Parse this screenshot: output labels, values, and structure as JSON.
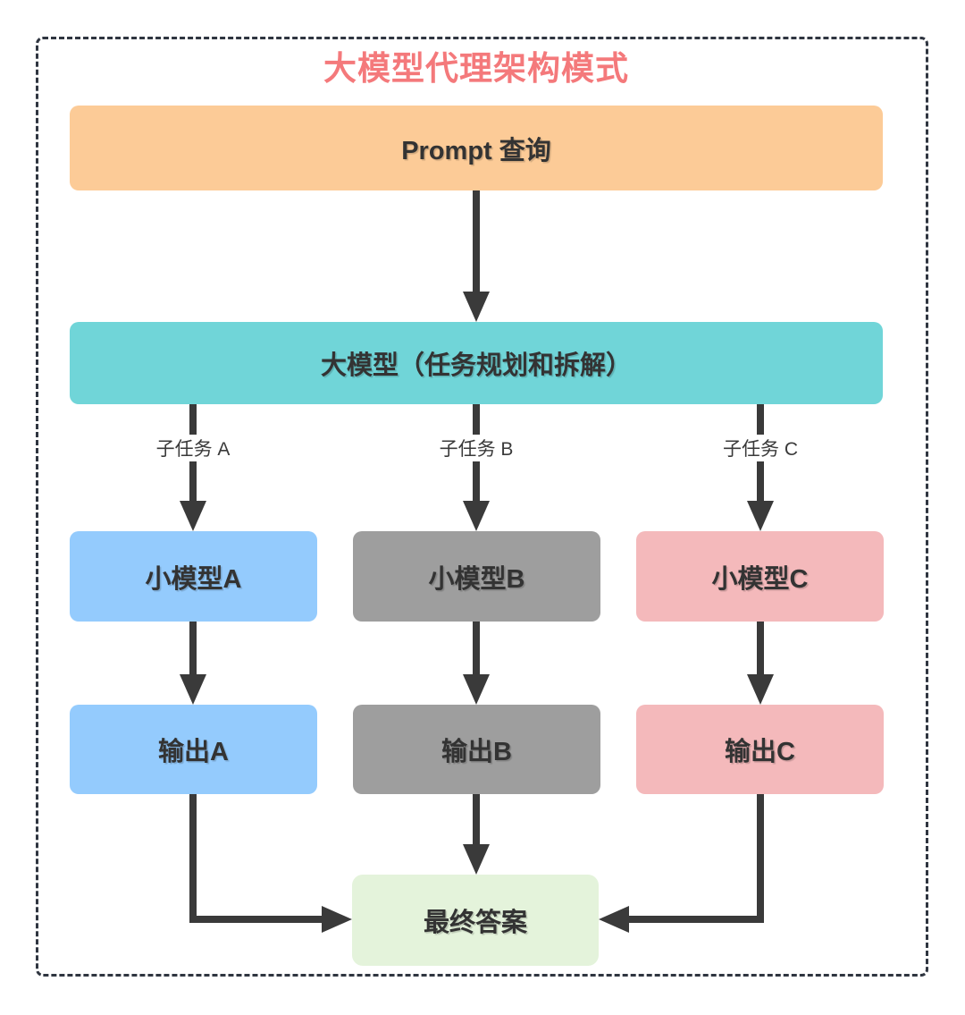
{
  "diagram": {
    "title": "大模型代理架构模式",
    "colors": {
      "title": "#f4797b",
      "arrow": "#3a3a3a",
      "border": "#2f3540",
      "text": "#333333",
      "prompt_bg": "#fccb97",
      "llm_bg": "#70d5d8",
      "blue_bg": "#94cbfd",
      "gray_bg": "#9e9e9e",
      "pink_bg": "#f4b9bb",
      "final_bg": "#e4f3db"
    },
    "nodes": {
      "prompt": "Prompt 查询",
      "llm": "大模型（任务规划和拆解）",
      "model_a": "小模型A",
      "model_b": "小模型B",
      "model_c": "小模型C",
      "output_a": "输出A",
      "output_b": "输出B",
      "output_c": "输出C",
      "final": "最终答案"
    },
    "edge_labels": {
      "subtask_a": "子任务 A",
      "subtask_b": "子任务 B",
      "subtask_c": "子任务 C"
    }
  }
}
